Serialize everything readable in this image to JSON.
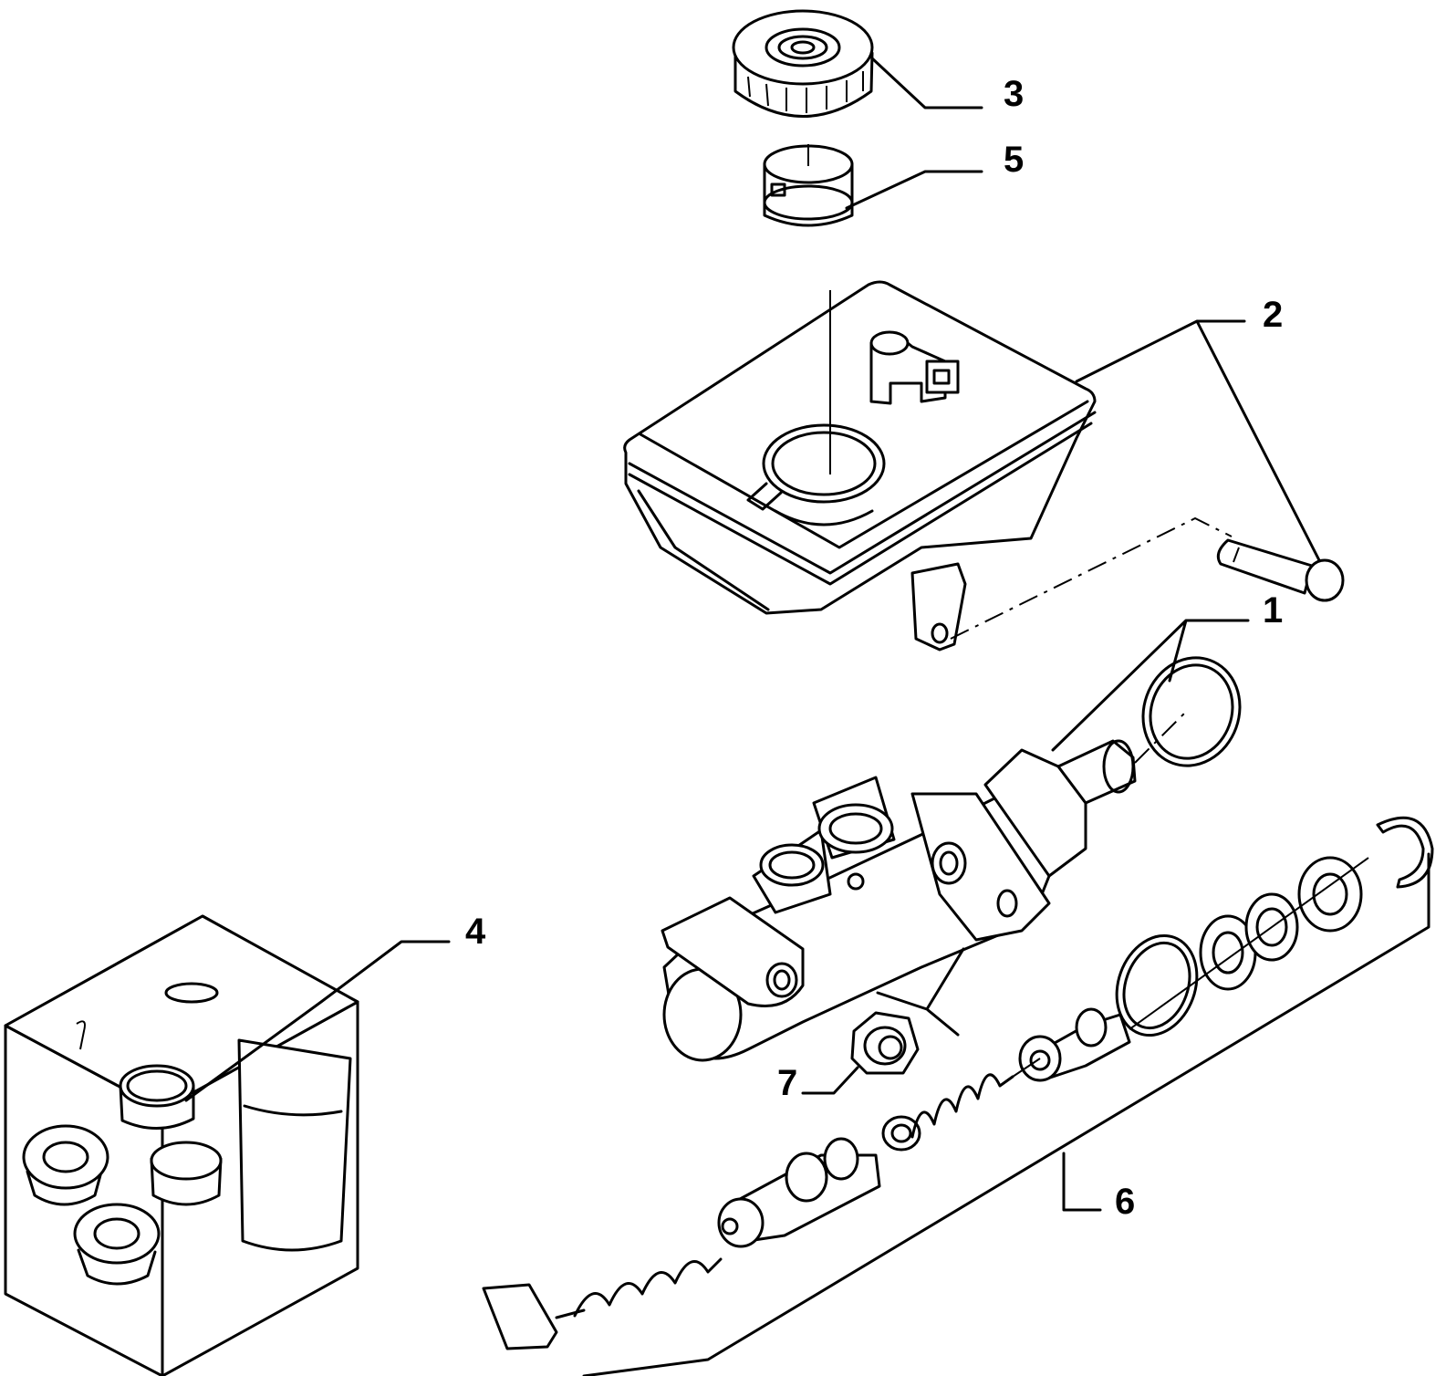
{
  "callouts": [
    {
      "id": "1",
      "label": "1",
      "part": "master-cylinder-body"
    },
    {
      "id": "2",
      "label": "2",
      "part": "brake-fluid-reservoir"
    },
    {
      "id": "3",
      "label": "3",
      "part": "reservoir-cap"
    },
    {
      "id": "4",
      "label": "4",
      "part": "seal-kit"
    },
    {
      "id": "5",
      "label": "5",
      "part": "reservoir-strainer"
    },
    {
      "id": "6",
      "label": "6",
      "part": "piston-repair-kit"
    },
    {
      "id": "7",
      "label": "7",
      "part": "union-nut"
    }
  ],
  "colors": {
    "line": "#000000",
    "background": "#ffffff"
  }
}
